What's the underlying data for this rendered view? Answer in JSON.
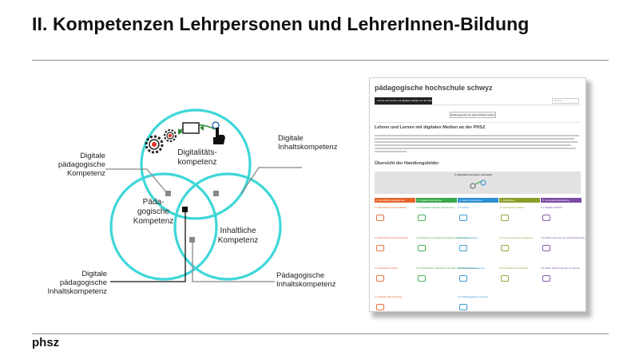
{
  "slide": {
    "title": "II. Kompetenzen  Lehrpersonen  und LehrerInnen-Bildung",
    "footer_logo": "phsz"
  },
  "venn": {
    "circle_top_label": "Digitalitäts-\nkompetenz",
    "circle_left_label": "Päda-\ngogische\nKompetenz",
    "circle_right_label": "Inhaltliche\nKompetenz",
    "callout_digital_paed": "Digitale\npädagogische\nKompetenz",
    "callout_digital_inhalt": "Digitale\nInhaltskompetenz",
    "callout_digital_paed_inhalt": "Digitale\npädagogische\nInhaltskompetenz",
    "callout_paed_inhalt": "Pädagogische\nInhaltskompetenz",
    "colors": {
      "circle": "#3ed7d8",
      "marker": "#888888",
      "accent_red": "#e0301e",
      "accent_green": "#2e8b3a"
    },
    "icons": [
      "gear-icon",
      "target-icon",
      "progress-arrow-icon",
      "pointer-hand-icon"
    ]
  },
  "website": {
    "site_title": "pädagogische hochschule schwyz",
    "nav_tab": "Lehren und Lernen mit digitalen Medien an der PHSZ",
    "search_placeholder": "Suchen",
    "button": "Erklärungsvideo für diese Website starten",
    "heading_main": "Lehren und Lernen mit digitalen Medien an der PHSZ",
    "heading_overview": "Übersicht der Handlungsfelder",
    "top_box": "0. Digitalität verstehen und leben",
    "columns": [
      {
        "label": "1. Berufliches Engagement",
        "color": "#e5632b"
      },
      {
        "label": "2. Digitale Ressourcen",
        "color": "#3aa84a"
      },
      {
        "label": "3. Lehren und Lernen",
        "color": "#2d8fcf"
      },
      {
        "label": "4. Evaluation",
        "color": "#8a9e2c"
      },
      {
        "label": "5. Lernendenorientierung",
        "color": "#7b4aa3"
      }
    ],
    "cells": [
      [
        "1.1 Berufliche Kommunikation",
        "2.1 Auswählen digitaler Ressourcen",
        "3.1 Lehren",
        "4.1 Lernstand ermitteln",
        "5.1 Digitale Teilhabe"
      ],
      [
        "1.2 Berufliche Zusammenarbeit",
        "2.2 Erstellen und Anpassen digitaler Ressourcen",
        "3.2 Lernbegleitung",
        "4.2 Lern-Evidenzen analysieren",
        "5.2 Differenzierung und Individualisierung"
      ],
      [
        "1.3 Reflektierte Praxis",
        "2.3 Organisieren, Schützen und Teilen digitaler Ressourcen",
        "3.3 Kollaboratives Lernen",
        "4.3 Feedback und Planung",
        "5.3 Aktive Einbindung der Lernenden"
      ],
      [
        "1.4 Digitale Weiterbildung",
        "",
        "3.4 Selbstreguliertes Lernen",
        "",
        ""
      ]
    ]
  }
}
